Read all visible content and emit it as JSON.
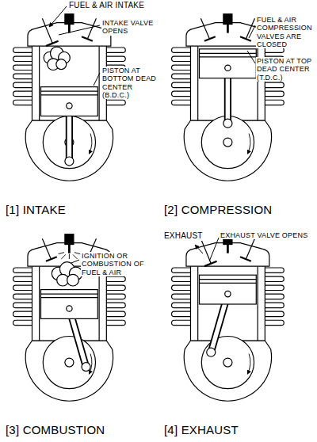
{
  "diagram": {
    "labels": [
      "FUEL & AIR INTAKE",
      "INTAKE VALVE OPENS",
      "PISTON AT BOTTOM DEAD CENTER (B.D.C.)",
      "[1] INTAKE",
      "FUEL & AIR COMPRESSION VALVES ARE CLOSED",
      "PISTON AT TOP DEAD CENTER (T.D.C.)",
      "[2] COMPRESSION",
      "EXHAUST",
      "EXHAUST VALVE OPENS",
      "IGNITION OR COMBUSTION OF FUEL & AIR",
      "[3] COMBUSTION",
      "[4] EXHAUST"
    ]
  }
}
